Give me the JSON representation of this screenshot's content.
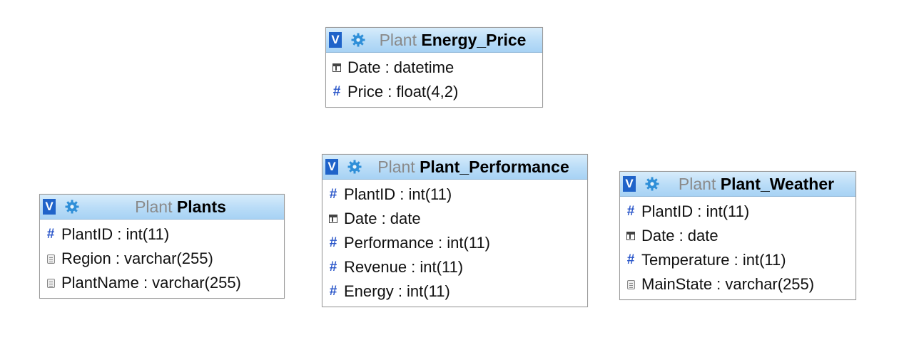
{
  "tables": {
    "energy_price": {
      "db": "Plant",
      "name": "Energy_Price",
      "fields": [
        {
          "label": "Date : datetime",
          "icon": "calendar-icon"
        },
        {
          "label": "Price : float(4,2)",
          "icon": "hash-icon"
        }
      ]
    },
    "plants": {
      "db": "Plant",
      "name": "Plants",
      "fields": [
        {
          "label": "PlantID : int(11)",
          "icon": "hash-icon"
        },
        {
          "label": "Region : varchar(255)",
          "icon": "text-icon"
        },
        {
          "label": "PlantName : varchar(255)",
          "icon": "text-icon"
        }
      ]
    },
    "plant_performance": {
      "db": "Plant",
      "name": "Plant_Performance",
      "fields": [
        {
          "label": "PlantID : int(11)",
          "icon": "hash-icon"
        },
        {
          "label": "Date : date",
          "icon": "calendar-icon"
        },
        {
          "label": "Performance : int(11)",
          "icon": "hash-icon"
        },
        {
          "label": "Revenue : int(11)",
          "icon": "hash-icon"
        },
        {
          "label": "Energy : int(11)",
          "icon": "hash-icon"
        }
      ]
    },
    "plant_weather": {
      "db": "Plant",
      "name": "Plant_Weather",
      "fields": [
        {
          "label": "PlantID : int(11)",
          "icon": "hash-icon"
        },
        {
          "label": "Date : date",
          "icon": "calendar-icon"
        },
        {
          "label": "Temperature : int(11)",
          "icon": "hash-icon"
        },
        {
          "label": "MainState : varchar(255)",
          "icon": "text-icon"
        }
      ]
    }
  },
  "header": {
    "toggle_label": "V"
  },
  "colors": {
    "toggle_bg": "#1f63c9",
    "header_bg": "#b9dcf7",
    "hash": "#2a56c9",
    "gear": "#2f8fd8"
  }
}
